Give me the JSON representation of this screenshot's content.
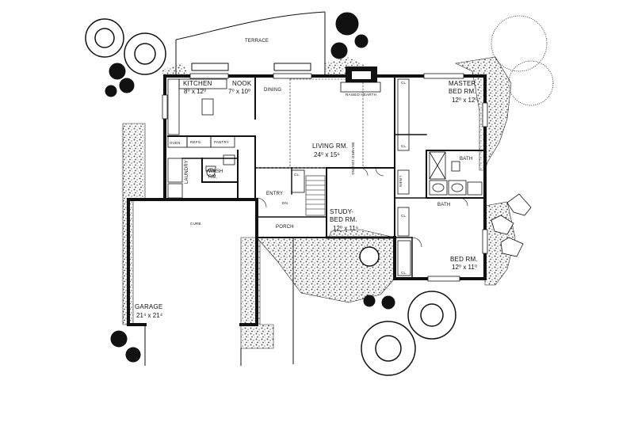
{
  "rooms": {
    "terrace": {
      "name": "TERRACE"
    },
    "kitchen": {
      "name": "KITCHEN",
      "dim": "8⁰ x 12⁰"
    },
    "nook": {
      "name": "NOOK",
      "dim": "7⁰ x 10⁰"
    },
    "dining": {
      "name": "DINING"
    },
    "living": {
      "name": "LIVING RM.",
      "dim": "24⁰ x 15⁶"
    },
    "master": {
      "name": "MASTER",
      "name2": "BED RM.",
      "dim": "12⁰ x 12⁰"
    },
    "wash": {
      "name": "WASH",
      "name2": "RM."
    },
    "laundry": {
      "name": "LAUNDRY"
    },
    "entry": {
      "name": "ENTRY"
    },
    "study": {
      "name": "STUDY-",
      "name2": "BED RM.",
      "dim": "12⁰ x 11⁶"
    },
    "porch": {
      "name": "PORCH"
    },
    "bath1": {
      "name": "BATH"
    },
    "bath2": {
      "name": "BATH"
    },
    "bed": {
      "name": "BED RM.",
      "dim": "12⁰ x 11⁰"
    },
    "garage": {
      "name": "GARAGE",
      "dim": "21⁴ x 21⁴"
    }
  },
  "small_labels": {
    "raised_hearth": "RAISED HEARTH",
    "curb": "CURB",
    "refg": "REFG.",
    "pantry": "PANTRY",
    "oven": "OVEN",
    "linen": "LINEN",
    "cl": "CL.",
    "dn": "DN.",
    "beamed_ceiling": "BEAMED CEILING"
  },
  "colors": {
    "ink": "#111111",
    "paper": "#ffffff",
    "gravel": "#777777"
  }
}
